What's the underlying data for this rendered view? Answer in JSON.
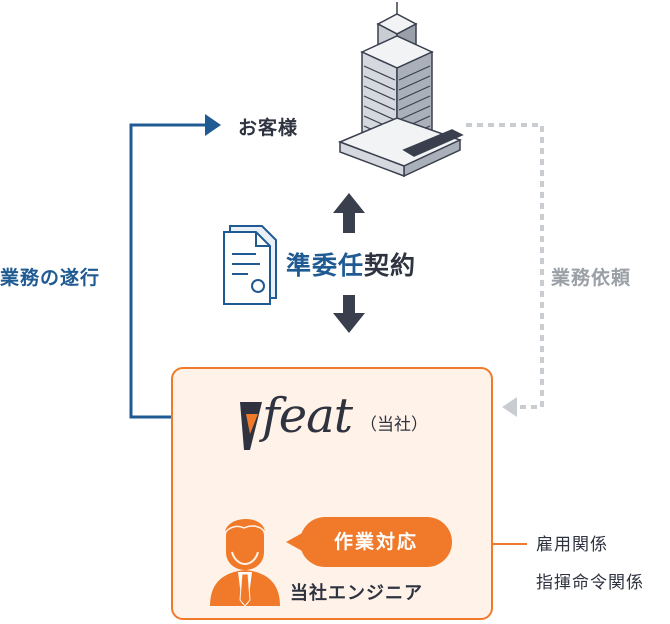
{
  "client": {
    "label": "お客様"
  },
  "contract": {
    "label_blue": "準委任",
    "label_dark": "契約"
  },
  "left_flow": {
    "label": "業務の遂行"
  },
  "right_flow": {
    "label": "業務依頼"
  },
  "company": {
    "brand": "feat",
    "suffix": "（当社）"
  },
  "engineer": {
    "task_label": "作業対応",
    "label": "当社エンジニア"
  },
  "relations": {
    "line1": "雇用関係",
    "line2": "指揮命令関係"
  },
  "colors": {
    "blue": "#1f5a92",
    "orange": "#f07a2a",
    "dark": "#2f3340",
    "gray": "#9aa0a6",
    "light_gray": "#c9cdd2"
  },
  "icons": [
    "building-icon",
    "document-icon",
    "engineer-icon",
    "feat-logo-icon"
  ]
}
